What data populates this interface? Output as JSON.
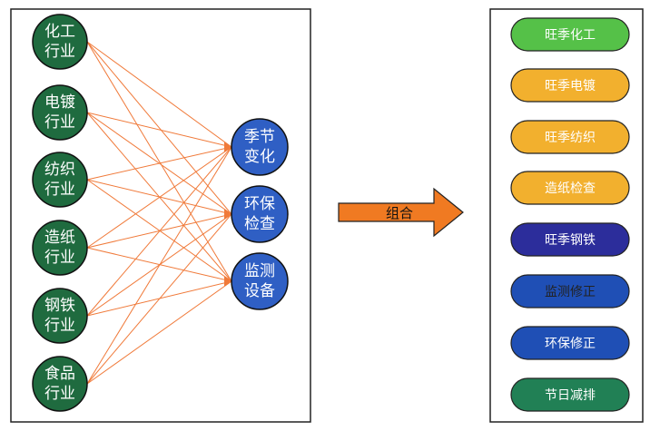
{
  "industries": [
    {
      "line1": "化工",
      "line2": "行业"
    },
    {
      "line1": "电镀",
      "line2": "行业"
    },
    {
      "line1": "纺织",
      "line2": "行业"
    },
    {
      "line1": "造纸",
      "line2": "行业"
    },
    {
      "line1": "钢铁",
      "line2": "行业"
    },
    {
      "line1": "食品",
      "line2": "行业"
    }
  ],
  "factors": [
    {
      "line1": "季节",
      "line2": "变化"
    },
    {
      "line1": "环保",
      "line2": "检查"
    },
    {
      "line1": "监测",
      "line2": "设备"
    }
  ],
  "arrow_label": "组合",
  "results": [
    {
      "label": "旺季化工",
      "fill": "#55c148",
      "text_color": "#ffffff"
    },
    {
      "label": "旺季电镀",
      "fill": "#f2b02e",
      "text_color": "#ffffff"
    },
    {
      "label": "旺季纺织",
      "fill": "#f2b02e",
      "text_color": "#ffffff"
    },
    {
      "label": "造纸检查",
      "fill": "#f2b02e",
      "text_color": "#ffffff"
    },
    {
      "label": "旺季钢铁",
      "fill": "#2c2d9b",
      "text_color": "#ffffff"
    },
    {
      "label": "监测修正",
      "fill": "#1f4fb5",
      "text_color": "#222222"
    },
    {
      "label": "环保修正",
      "fill": "#1f4fb5",
      "text_color": "#ffffff"
    },
    {
      "label": "节日减排",
      "fill": "#218055",
      "text_color": "#ffffff"
    }
  ],
  "colors": {
    "industry_fill": "#1f6b3f",
    "factor_fill": "#2f5fc4",
    "link_color": "#f07a3a",
    "arrow_fill": "#f07a22"
  }
}
